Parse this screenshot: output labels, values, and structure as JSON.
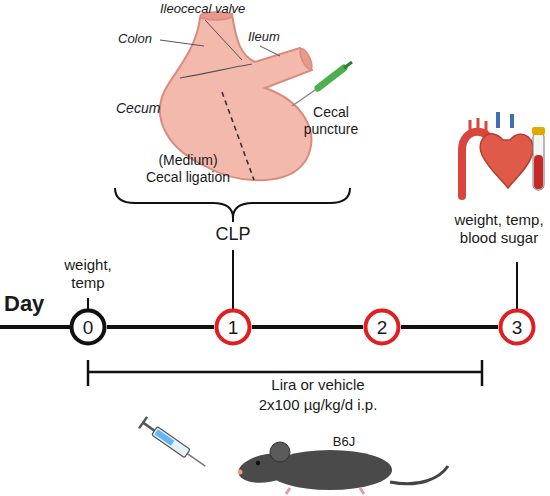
{
  "diagram": {
    "nodes": [
      {
        "text": [
          "0"
        ]
      },
      {
        "text": [
          "1"
        ]
      },
      {
        "text": [
          "2"
        ]
      },
      {
        "text": [
          "3"
        ]
      }
    ],
    "edges": [
      {
        "from": 0,
        "to": 1,
        "arrow": "none"
      },
      {
        "from": 1,
        "to": 2,
        "arrow": "none"
      },
      {
        "from": 2,
        "to": 3,
        "arrow": "none"
      }
    ],
    "labels": [
      "Ileocecal valve",
      "Colon",
      "Ileum",
      "Cecum",
      "Cecal puncture",
      "(Medium) Cecal ligation",
      "CLP",
      "weight, temp",
      "weight, temp, blood sugar",
      "Day",
      "Lira or vehicle",
      "2x100 µg/kg/d i.p.",
      "B6J"
    ]
  }
}
